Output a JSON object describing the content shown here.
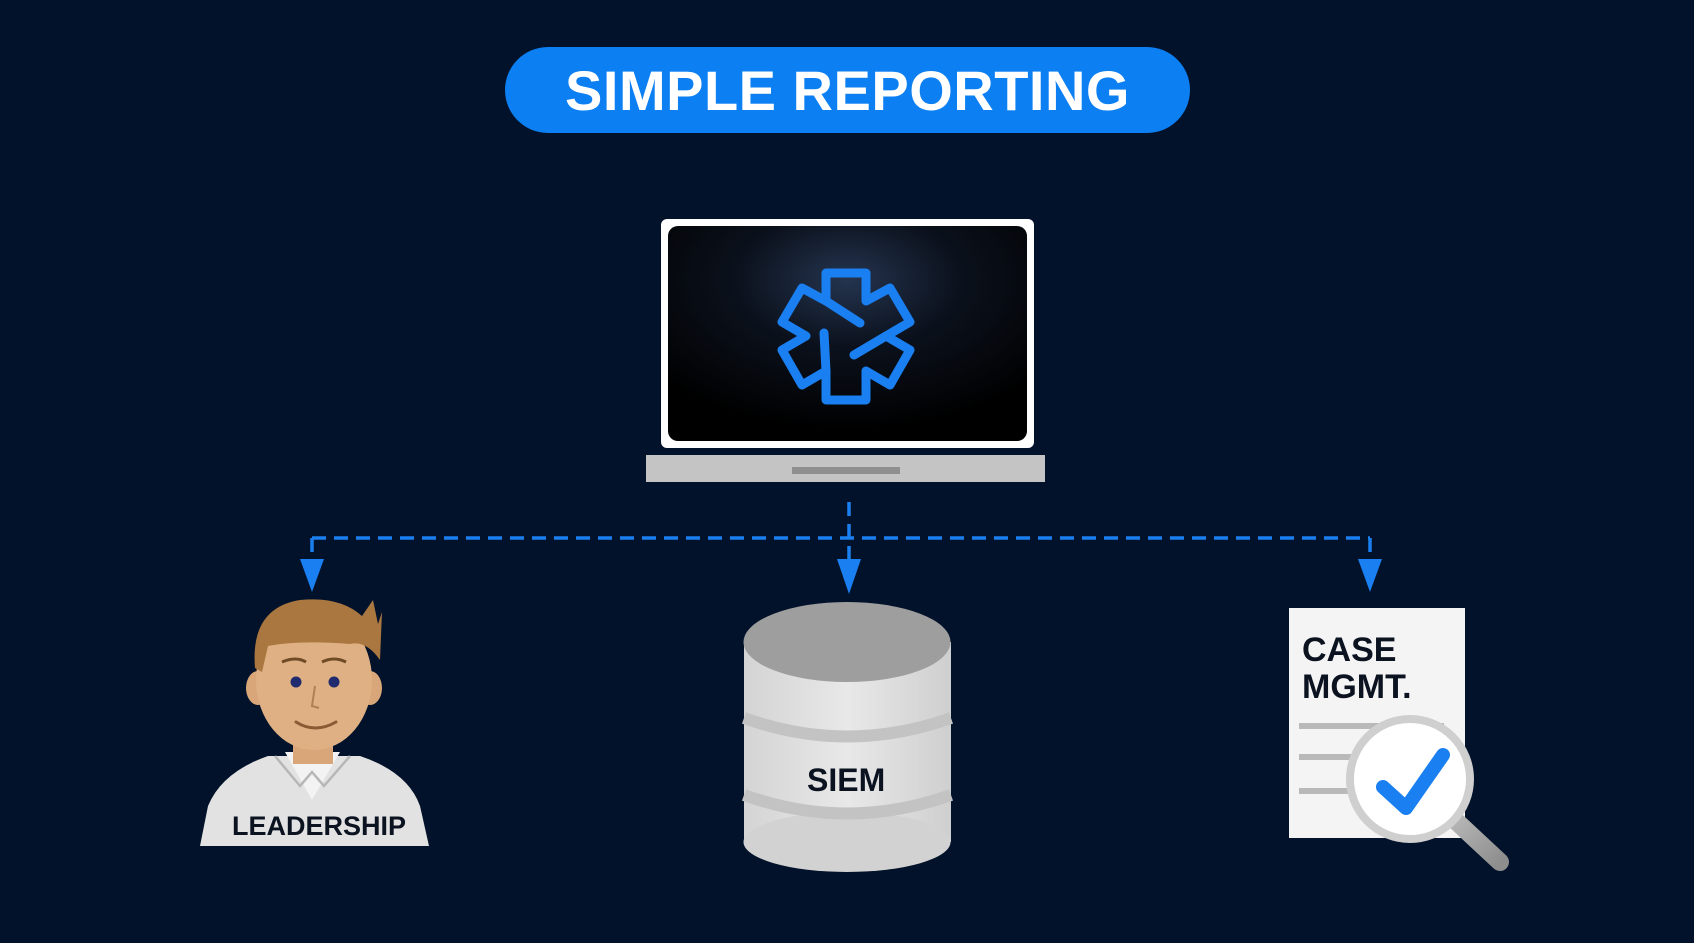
{
  "title": "SIMPLE REPORTING",
  "nodes": {
    "leadership": {
      "label": "LEADERSHIP"
    },
    "siem": {
      "label": "SIEM"
    },
    "case_mgmt": {
      "label_line1": "CASE",
      "label_line2": "MGMT."
    }
  },
  "colors": {
    "background": "#02122a",
    "accent": "#0c7ff2",
    "connector": "#1a7ff0"
  }
}
